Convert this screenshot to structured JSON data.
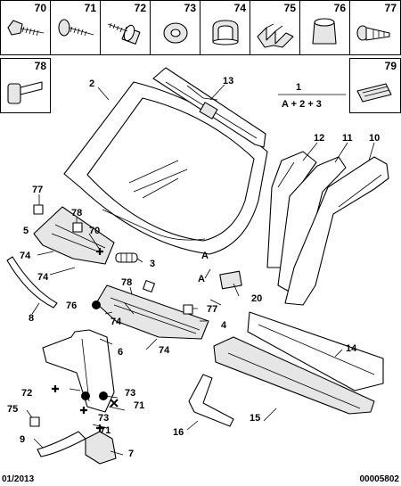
{
  "fasteners": {
    "f70": "70",
    "f71": "71",
    "f72": "72",
    "f73": "73",
    "f74": "74",
    "f75": "75",
    "f76": "76",
    "f77": "77",
    "f78": "78",
    "f79": "79"
  },
  "assembly": {
    "number": "1",
    "formula": "A + 2 + 3"
  },
  "callouts": {
    "c2": "2",
    "c13": "13",
    "c12": "12",
    "c11": "11",
    "c10": "10",
    "c77a": "77",
    "c78a": "78",
    "c5": "5",
    "c70": "70",
    "c74a": "74",
    "c74b": "74",
    "c3": "3",
    "cA1": "A",
    "cA2": "A",
    "c20": "20",
    "c8": "8",
    "c78b": "78",
    "c76": "76",
    "c77b": "77",
    "c74c": "74",
    "c4": "4",
    "c74d": "74",
    "c6": "6",
    "c14": "14",
    "c72": "72",
    "c73a": "73",
    "c71a": "71",
    "c73b": "73",
    "c75": "75",
    "c71b": "71",
    "c9": "9",
    "c7": "7",
    "c15": "15",
    "c16": "16"
  },
  "footer": {
    "date": "01/2013",
    "ref": "00005802"
  }
}
